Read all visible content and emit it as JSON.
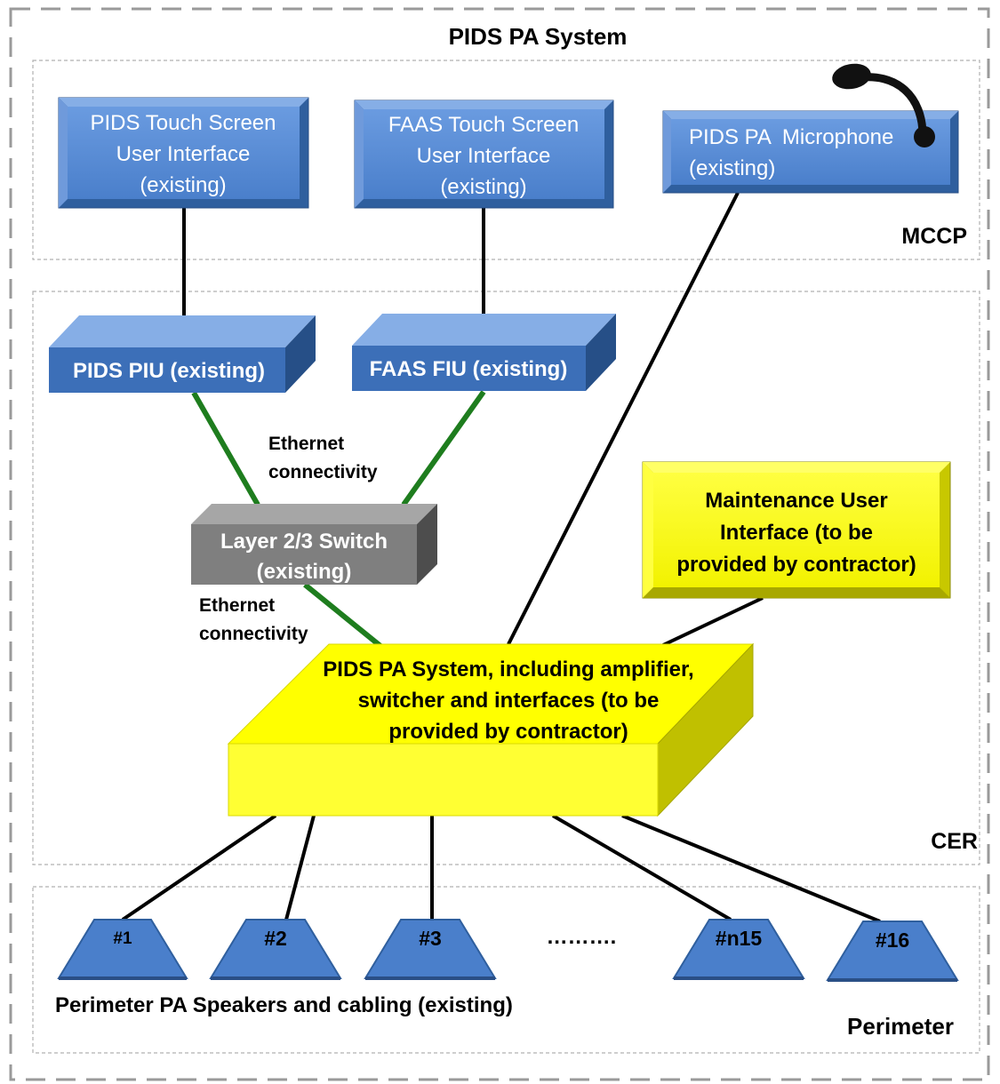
{
  "title": "PIDS PA System",
  "zones": {
    "mccp": "MCCP",
    "cer": "CER",
    "perimeter": "Perimeter"
  },
  "nodes": {
    "pids_touch": [
      "PIDS Touch Screen",
      "User Interface",
      "(existing)"
    ],
    "faas_touch": [
      "FAAS Touch Screen",
      "User Interface",
      "(existing)"
    ],
    "microphone": [
      "PIDS PA  Microphone",
      "(existing)"
    ],
    "pids_piu": "PIDS PIU (existing)",
    "faas_fiu": "FAAS FIU (existing)",
    "switch": [
      "Layer 2/3 Switch",
      "(existing)"
    ],
    "maintenance_ui": [
      "Maintenance User",
      "Interface (to be",
      "provided by contractor)"
    ],
    "pa_system": [
      "PIDS PA System, including amplifier,",
      "switcher and interfaces (to be",
      "provided by contractor)"
    ]
  },
  "ethernet_label_1": [
    "Ethernet",
    "connectivity"
  ],
  "ethernet_label_2": [
    "Ethernet",
    "connectivity"
  ],
  "speakers": [
    "#1",
    "#2",
    "#3",
    "#n15",
    "#16"
  ],
  "speaker_ellipsis": "……….",
  "speakers_caption": "Perimeter PA Speakers and cabling (existing)",
  "colors": {
    "blue_face": "#4f86d0",
    "blue_edge": "#2f5f9e",
    "yellow_face": "#ffff00",
    "yellow_edge": "#c8c800",
    "gray_face": "#7f7f7f",
    "gray_edge": "#5a5a5a",
    "ethernet_line": "#1e7d1e",
    "plain_line": "#000000"
  }
}
